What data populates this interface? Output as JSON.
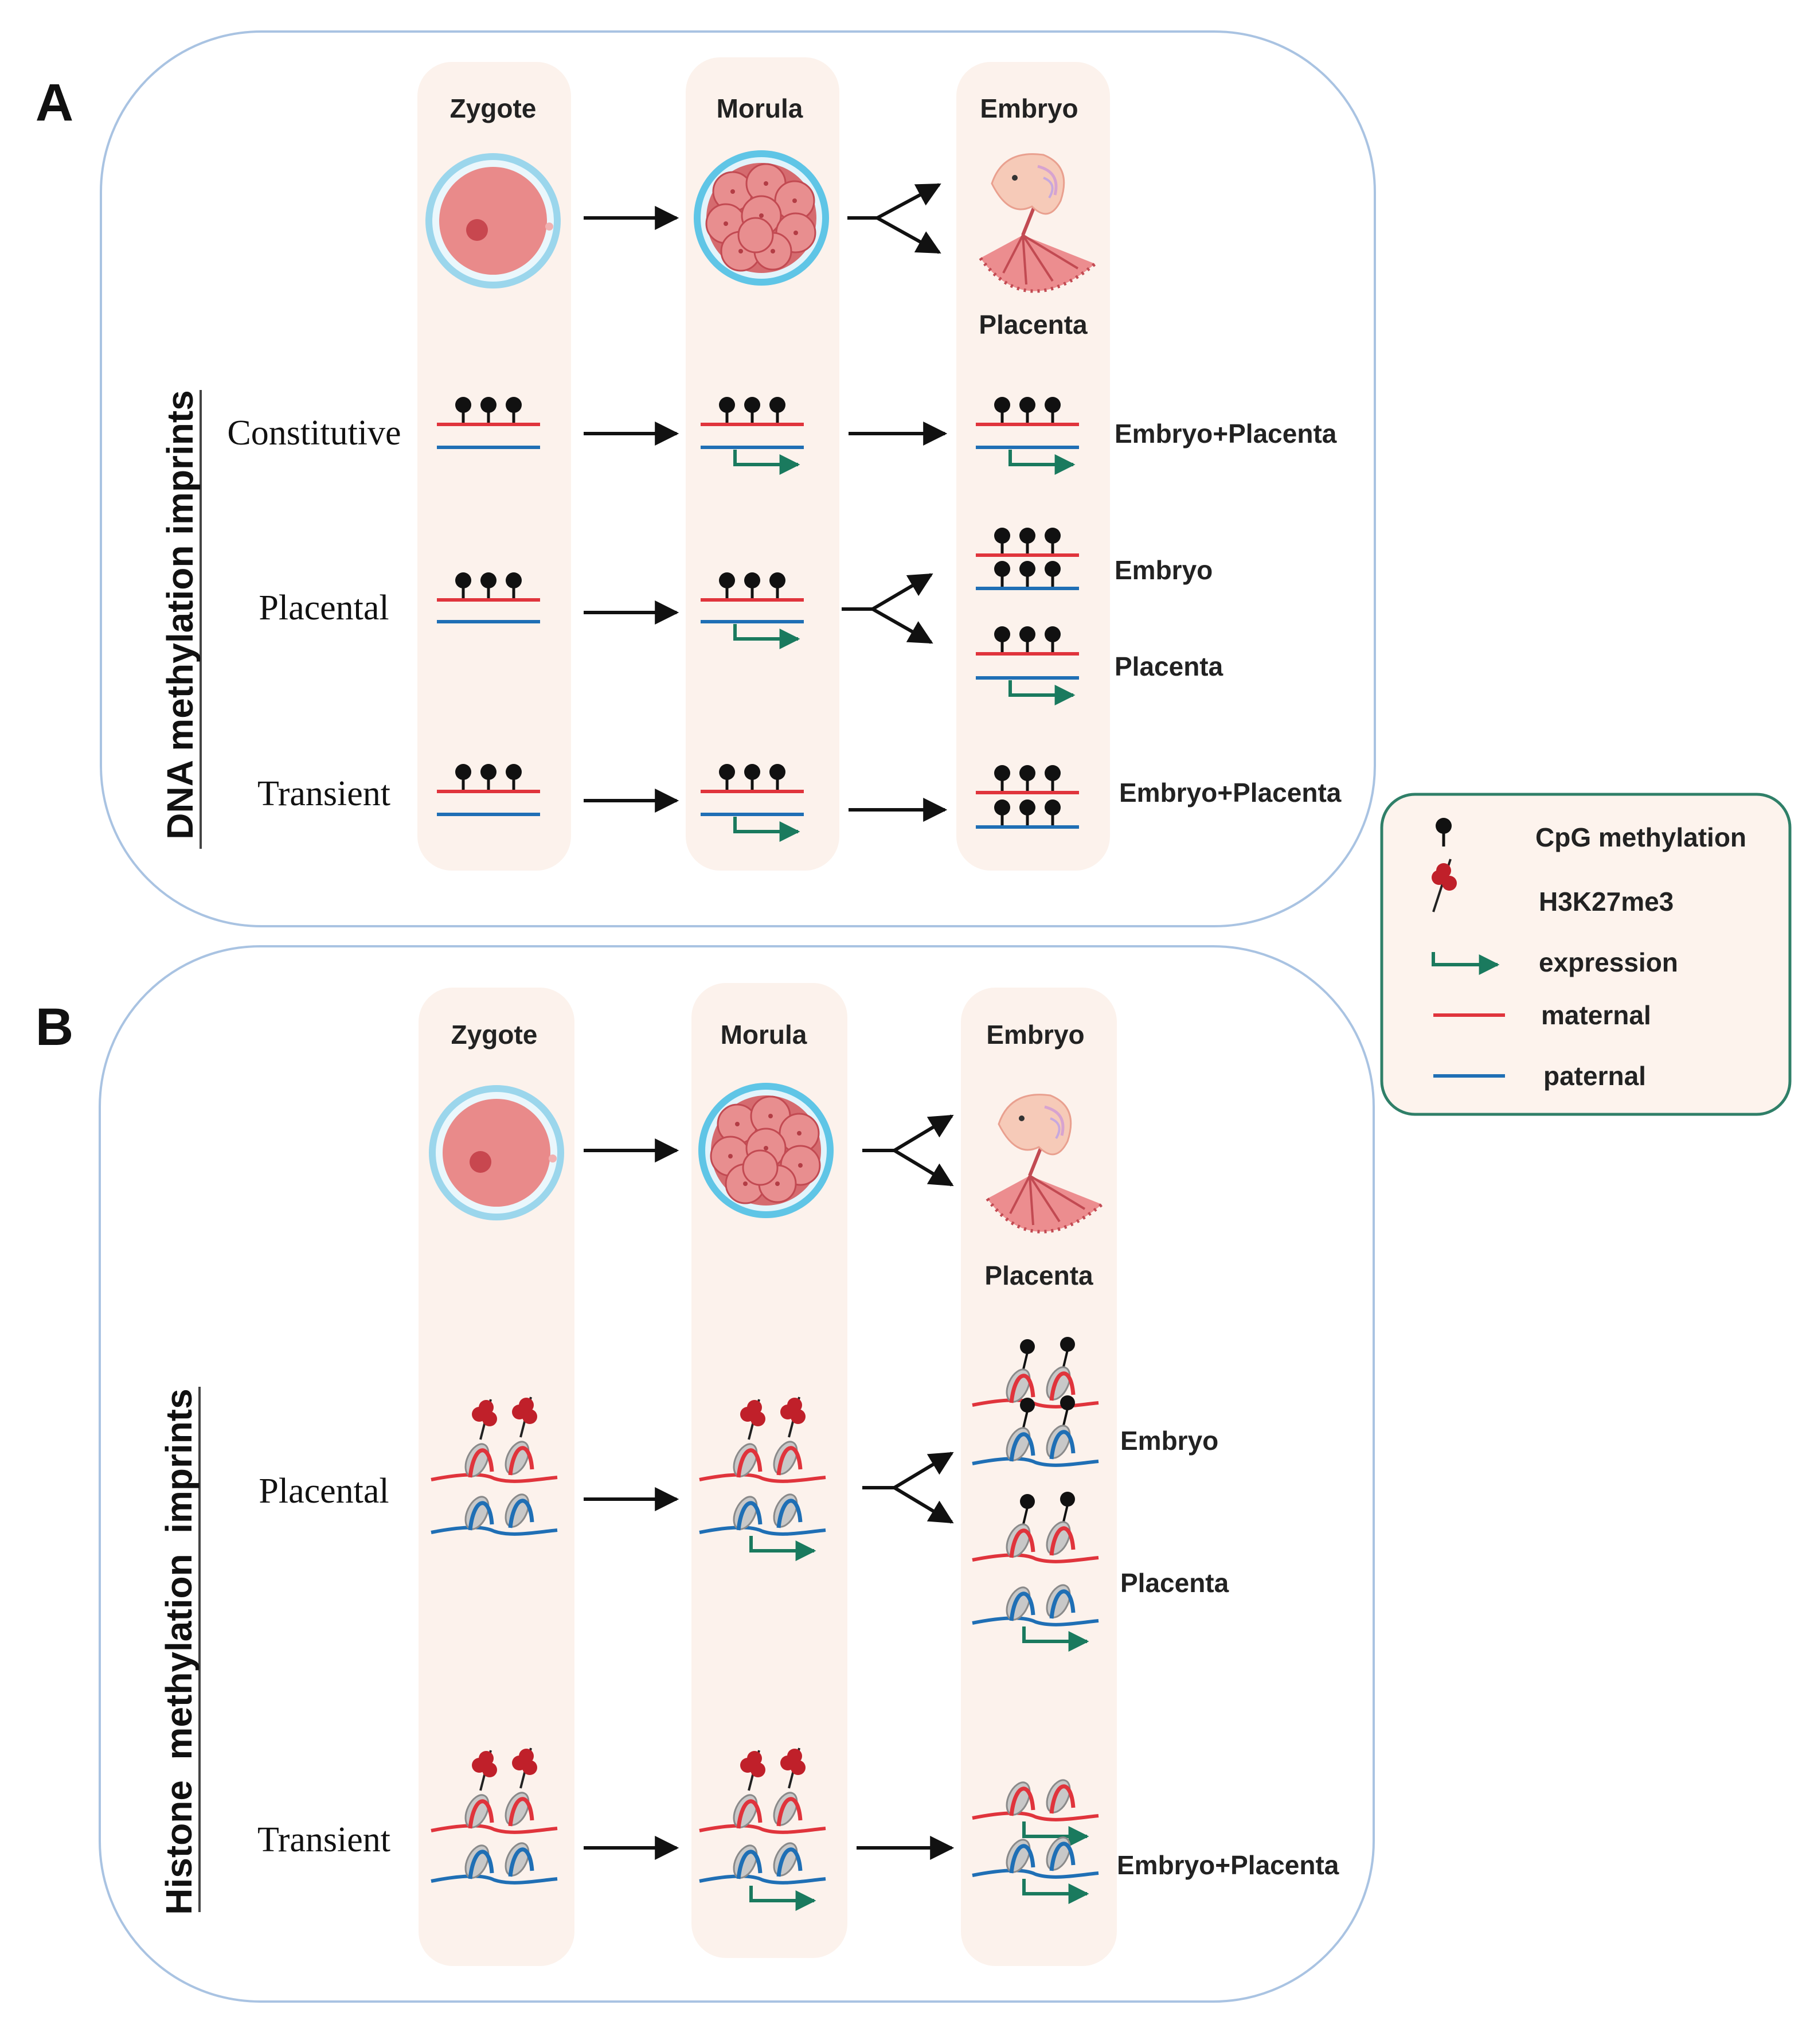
{
  "panels": {
    "a": {
      "letter": "A",
      "side_title": "DNA methylation imprints",
      "stages": [
        "Zygote",
        "Morula",
        "Embryo"
      ],
      "placenta_label": "Placenta",
      "rows": [
        {
          "label": "Constitutive",
          "outcomes": [
            "Embryo+Placenta"
          ]
        },
        {
          "label": "Placental",
          "outcomes": [
            "Embryo",
            "Placenta"
          ]
        },
        {
          "label": "Transient",
          "outcomes": [
            "Embryo+Placenta"
          ]
        }
      ]
    },
    "b": {
      "letter": "B",
      "side_title": "Histone  methylation  imprints",
      "stages": [
        "Zygote",
        "Morula",
        "Embryo"
      ],
      "placenta_label": "Placenta",
      "rows": [
        {
          "label": "Placental",
          "outcomes": [
            "Embryo",
            "Placenta"
          ]
        },
        {
          "label": "Transient",
          "outcomes": [
            "Embryo+Placenta"
          ]
        }
      ]
    }
  },
  "legend": {
    "items": [
      {
        "label": "CpG methylation",
        "icon": "cpg-methylation-icon"
      },
      {
        "label": "H3K27me3",
        "icon": "h3k27me3-icon"
      },
      {
        "label": "expression",
        "icon": "expression-arrow-icon"
      },
      {
        "label": "maternal",
        "icon": "maternal-line-icon"
      },
      {
        "label": "paternal",
        "icon": "paternal-line-icon"
      }
    ]
  },
  "colors": {
    "maternal": "#e0343c",
    "paternal": "#1f6fb5",
    "expression": "#1a7a5e",
    "cpg": "#111111",
    "h3k27me3": "#c0202a",
    "column_bg": "#fcf2ec",
    "panel_border": "#a9c3e2",
    "legend_border": "#2f7f68",
    "legend_bg": "#fdf3ed"
  }
}
